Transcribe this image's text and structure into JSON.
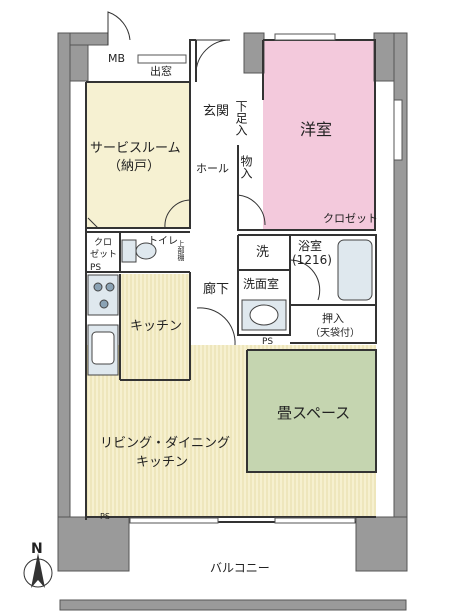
{
  "colors": {
    "wall": "#9a9a9a",
    "room_line": "#333333",
    "western": "#f3c9dc",
    "storage": "#f6f1d2",
    "tatami": "#c5d5b0",
    "ldk": "#f6f0cf",
    "wet": "#dfe8ee",
    "fixture": "#8aa2b4"
  },
  "labels": {
    "mb": "MB",
    "demado": "出窓",
    "genkan": "玄関",
    "getabako": "下足入",
    "youshitsu": "洋室",
    "service_room_1": "サービスルーム",
    "service_room_2": "（納戸）",
    "hall": "ホール",
    "monoire": "物入",
    "closet": "クロゼット",
    "closet_small_1": "クロ",
    "closet_small_2": "ゼット",
    "toilet": "トイレ",
    "upper_shelf": "上部棚",
    "sen": "洗",
    "bath_1": "浴室",
    "bath_2": "(1216)",
    "senmenshitsu": "洗面室",
    "ps_1": "PS",
    "ps_2": "PS",
    "ps_3": "PS",
    "rouka": "廊下",
    "kitchen": "キッチン",
    "oshiire_1": "押入",
    "oshiire_2": "（天袋付）",
    "tatami": "畳スペース",
    "ldk_1": "リビング・ダイニング",
    "ldk_2": "キッチン",
    "balcony": "バルコニー",
    "compass_n": "N"
  }
}
